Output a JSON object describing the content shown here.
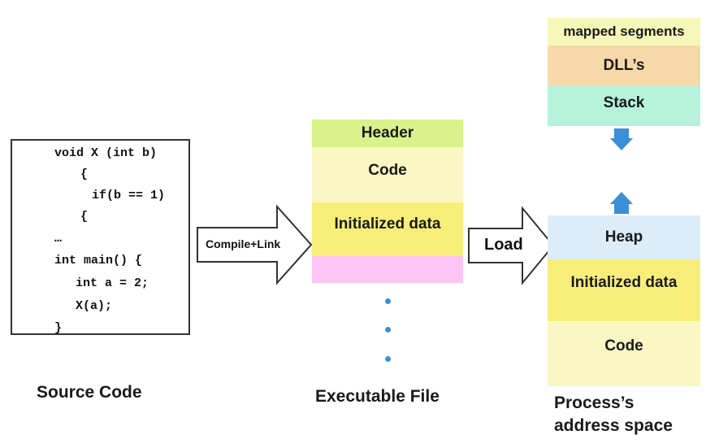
{
  "source_code": {
    "lines": [
      "void X (int b)",
      "  {",
      "   if(b == 1)",
      "  {",
      "…",
      "int main() {",
      "  int a = 2;",
      "  X(a);",
      "}"
    ],
    "caption": "Source Code"
  },
  "compile_arrow": {
    "label": "Compile+Link"
  },
  "executable": {
    "segments": {
      "header": "Header",
      "code": "Code",
      "initialized_data": "Initialized data",
      "extra": ""
    },
    "caption": "Executable File"
  },
  "load_arrow": {
    "label": "Load"
  },
  "process": {
    "segments": {
      "mapped": "mapped segments",
      "dlls": "DLL’s",
      "stack": "Stack",
      "heap": "Heap",
      "initialized_data": "Initialized data",
      "code": "Code"
    },
    "caption_line1": "Process’s",
    "caption_line2": "address space"
  },
  "colors": {
    "header": "#d9f28c",
    "code_exec": "#fbf7c4",
    "init_data": "#f7ee7a",
    "pink": "#fbc4f4",
    "mapped": "#f5f7b9",
    "dlls": "#f6d9a8",
    "stack": "#b7f2dc",
    "heap": "#dcedf9",
    "code_proc": "#fbf7c4",
    "blue_arrow": "#3a8fd6"
  }
}
